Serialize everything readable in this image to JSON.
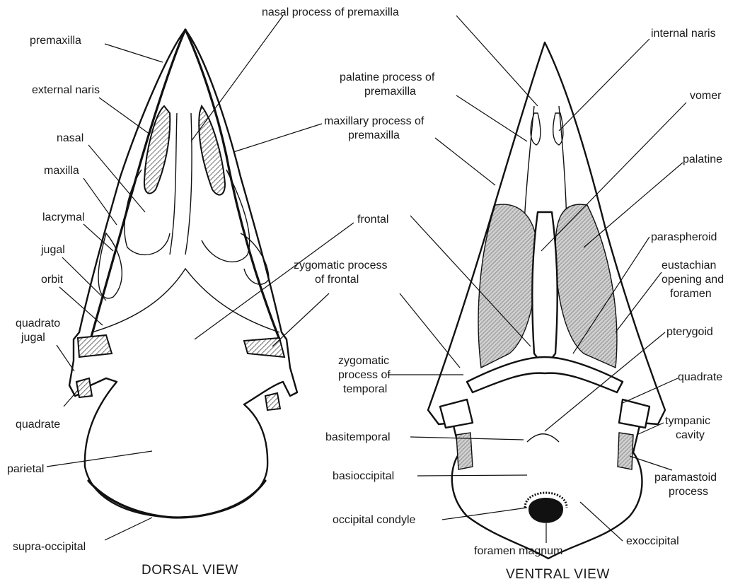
{
  "views": {
    "dorsal": {
      "caption": "DORSAL VIEW",
      "labels": {
        "premaxilla": "premaxilla",
        "nasal_process": "nasal process of premaxilla",
        "external_naris": "external naris",
        "nasal": "nasal",
        "maxilla": "maxilla",
        "lacrymal": "lacrymal",
        "jugal": "jugal",
        "orbit": "orbit",
        "quadrato_jugal_1": "quadrato",
        "quadrato_jugal_2": "jugal",
        "quadrate": "quadrate",
        "parietal": "parietal",
        "supra_occipital": "supra-occipital",
        "maxillary_process_1": "maxillary process of",
        "maxillary_process_2": "premaxilla",
        "frontal": "frontal",
        "zygomatic_frontal_1": "zygomatic process",
        "zygomatic_frontal_2": "of frontal"
      }
    },
    "ventral": {
      "caption": "VENTRAL VIEW",
      "labels": {
        "internal_naris": "internal naris",
        "palatine_process_1": "palatine process of",
        "palatine_process_2": "premaxilla",
        "vomer": "vomer",
        "palatine": "palatine",
        "parasphenoid": "paraspheroid",
        "eustachian_1": "eustachian",
        "eustachian_2": "opening and",
        "eustachian_3": "foramen",
        "pterygoid": "pterygoid",
        "quadrate": "quadrate",
        "tympanic_1": "tympanic",
        "tympanic_2": "cavity",
        "paramastoid_1": "paramastoid",
        "paramastoid_2": "process",
        "exoccipital": "exoccipital",
        "foramen_magnum": "foramen magnum",
        "occipital_condyle": "occipital condyle",
        "basioccipital": "basioccipital",
        "basitemporal": "basitemporal",
        "zygomatic_temporal_1": "zygomatic",
        "zygomatic_temporal_2": "process of",
        "zygomatic_temporal_3": "temporal"
      }
    }
  }
}
